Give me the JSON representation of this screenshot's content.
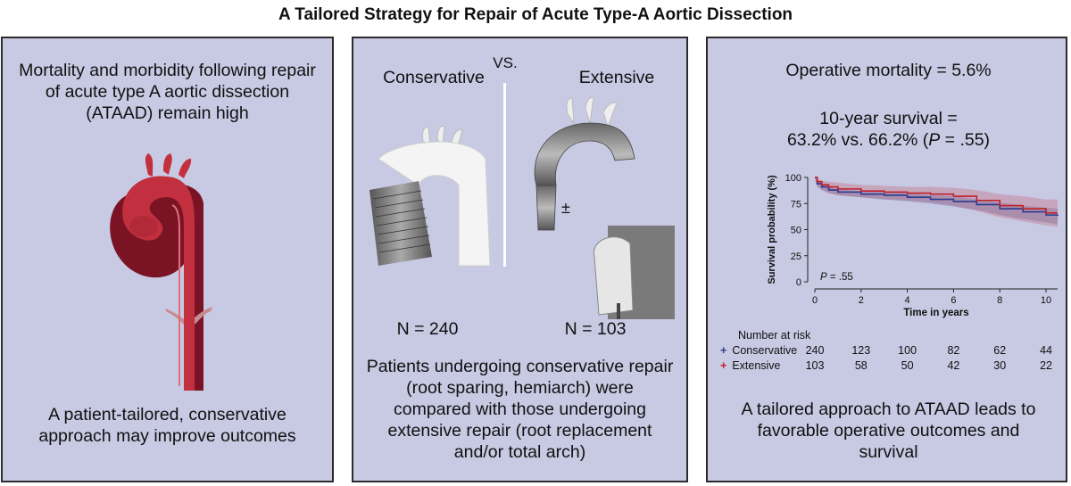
{
  "title": "A Tailored Strategy for Repair of Acute Type-A Aortic Dissection",
  "left": {
    "top_text": "Mortality and morbidity following repair of acute type A aortic dissection (ATAAD) remain high",
    "bottom_text": "A patient-tailored, conservative approach may improve outcomes"
  },
  "middle": {
    "vs_label": "VS.",
    "conservative_label": "Conservative",
    "extensive_label": "Extensive",
    "plus_minus": "±",
    "n_conservative": "N = 240",
    "n_extensive": "N = 103",
    "bottom_text": "Patients undergoing conservative repair (root sparing, hemiarch) were compared with those undergoing extensive repair (root replacement and/or total arch)"
  },
  "right": {
    "mortality_text": "Operative mortality = 5.6%",
    "survival_line1": "10-year survival =",
    "survival_line2_prefix": "63.2% vs. 66.2% (",
    "survival_p": "P",
    "survival_line2_suffix": " = .55)",
    "p_annotation_italic": "P",
    "p_annotation_rest": " = .55",
    "bottom_text": "A tailored approach to ATAAD leads to favorable operative outcomes and survival",
    "risk_table": {
      "header": "Number at risk",
      "rows": [
        {
          "name": "Conservative",
          "values": [
            "240",
            "123",
            "100",
            "82",
            "62",
            "44"
          ],
          "color": "#2b3a8f"
        },
        {
          "name": "Extensive",
          "values": [
            "103",
            "58",
            "50",
            "42",
            "30",
            "22"
          ],
          "color": "#c0202a"
        }
      ]
    }
  },
  "chart_data": {
    "type": "line",
    "xlabel": "Time in years",
    "ylabel": "Survival probability (%)",
    "xlim": [
      0,
      10.5
    ],
    "ylim": [
      0,
      100
    ],
    "x_ticks": [
      0,
      2,
      4,
      6,
      8,
      10
    ],
    "y_ticks": [
      0,
      25,
      50,
      75,
      100
    ],
    "series": [
      {
        "name": "Conservative",
        "color": "#2b3a8f",
        "x": [
          0,
          0.1,
          0.3,
          0.6,
          1,
          2,
          3,
          4,
          5,
          6,
          7,
          8,
          9,
          10,
          10.5
        ],
        "y": [
          100,
          94,
          91,
          88,
          86,
          84,
          83,
          81,
          79,
          77,
          74,
          70,
          67,
          64,
          63
        ],
        "ci_low": [
          100,
          91,
          88,
          85,
          83,
          81,
          79,
          77,
          75,
          72,
          69,
          64,
          60,
          57,
          55
        ],
        "ci_high": [
          100,
          97,
          94,
          91,
          89,
          87,
          86,
          85,
          83,
          82,
          79,
          76,
          73,
          71,
          70
        ]
      },
      {
        "name": "Extensive",
        "color": "#c0202a",
        "x": [
          0,
          0.1,
          0.3,
          0.6,
          1,
          2,
          3,
          4,
          5,
          6,
          7,
          8,
          9,
          10,
          10.5
        ],
        "y": [
          100,
          96,
          93,
          91,
          89,
          87,
          86,
          85,
          84,
          82,
          78,
          73,
          70,
          66,
          66
        ],
        "ci_low": [
          100,
          92,
          88,
          85,
          83,
          81,
          79,
          78,
          76,
          73,
          68,
          62,
          58,
          54,
          53
        ],
        "ci_high": [
          100,
          99,
          97,
          96,
          95,
          93,
          92,
          91,
          91,
          90,
          88,
          84,
          82,
          79,
          79
        ]
      }
    ],
    "grid": false,
    "legend": "none"
  }
}
